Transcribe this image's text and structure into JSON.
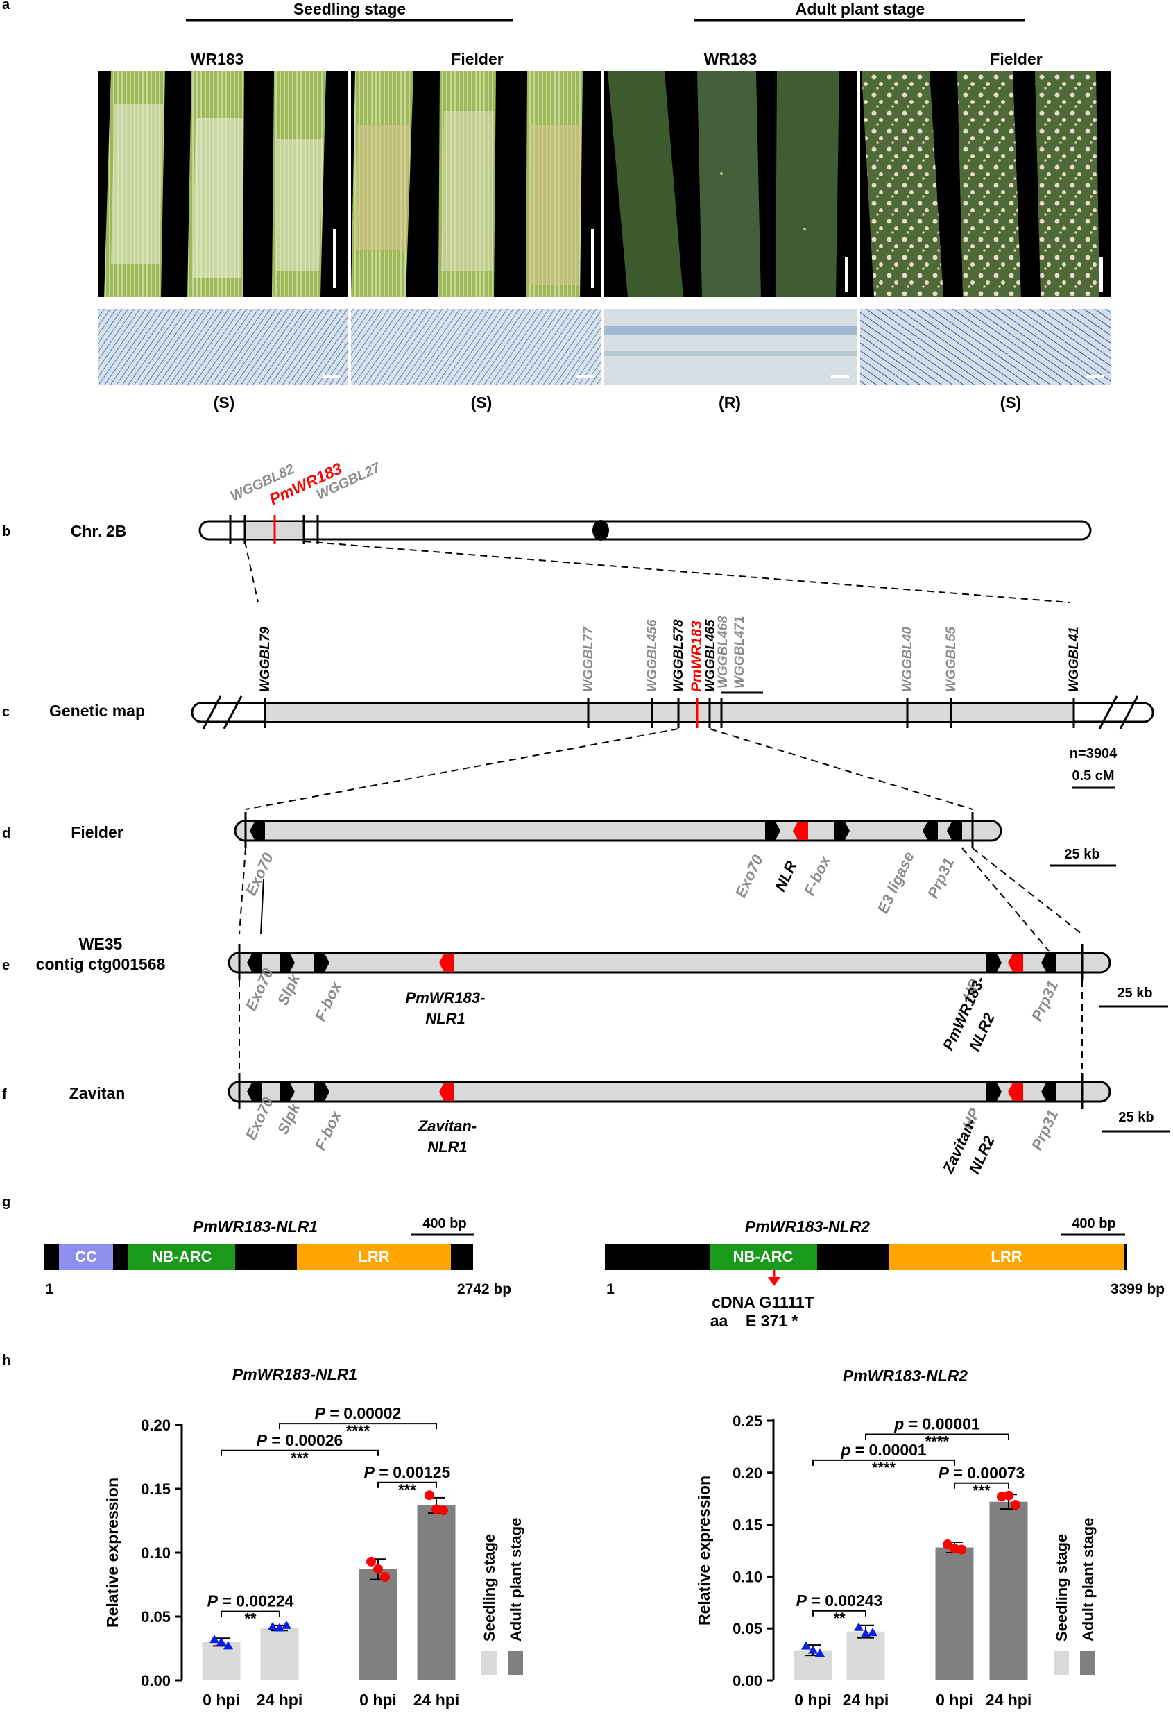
{
  "panel_a": {
    "letter": "a",
    "stage_seedling": "Seedling stage",
    "stage_adult": "Adult plant stage",
    "labels": [
      "WR183",
      "Fielder",
      "WR183",
      "Fielder"
    ],
    "phenotypes": [
      "(S)",
      "(S)",
      "(R)",
      "(S)"
    ]
  },
  "panel_b": {
    "letter": "b",
    "row_label": "Chr. 2B",
    "markers": [
      "WGGBL82",
      "PmWR183",
      "WGGBL27"
    ]
  },
  "panel_c": {
    "letter": "c",
    "row_label": "Genetic map",
    "markers": [
      "WGGBL79",
      "WGGBL77",
      "WGGBL456",
      "WGGBL578",
      "PmWR183",
      "WGGBL465",
      "WGGBL468",
      "WGGBL471",
      "WGGBL40",
      "WGGBL55",
      "WGGBL41"
    ],
    "n_text": "n=3904",
    "scale_text": "0.5 cM"
  },
  "panel_d": {
    "letter": "d",
    "row_label": "Fielder",
    "genes": [
      "Exo70",
      "Exo70",
      "NLR",
      "F-box",
      "E3 ligase",
      "Prp31"
    ],
    "scale_text": "25 kb"
  },
  "panel_e": {
    "letter": "e",
    "row_label_1": "WE35",
    "row_label_2": "contig ctg001568",
    "genes": [
      "Exo70",
      "Slpk",
      "F-box",
      "HP",
      "Prp31"
    ],
    "nlr1": [
      "PmWR183-",
      "NLR1"
    ],
    "nlr2": [
      "PmWR183-",
      "NLR2"
    ],
    "scale_text": "25 kb"
  },
  "panel_f": {
    "letter": "f",
    "row_label": "Zavitan",
    "genes": [
      "Exo70",
      "Slpk",
      "F-box",
      "HP",
      "Prp31"
    ],
    "nlr1": [
      "Zavitan-",
      "NLR1"
    ],
    "nlr2": [
      "Zavitan-",
      "NLR2"
    ],
    "scale_text": "25 kb"
  },
  "panel_g": {
    "letter": "g",
    "gene1": {
      "name": "PmWR183-NLR1",
      "domains": [
        "CC",
        "NB-ARC",
        "LRR"
      ],
      "start": "1",
      "end": "2742 bp",
      "scale": "400 bp"
    },
    "gene2": {
      "name": "PmWR183-NLR2",
      "domains": [
        "NB-ARC",
        "LRR"
      ],
      "start": "1",
      "end": "3399 bp",
      "scale": "400 bp",
      "mut_cdna": "cDNA G1111T",
      "mut_aa": "aa    E 371 *"
    }
  },
  "panel_h": {
    "letter": "h"
  },
  "colors": {
    "red": "#ff0000",
    "grey_text": "#8c8c8c",
    "cc": "#8f8ff0",
    "nbarc": "#1a9a1a",
    "lrr": "#ffa500",
    "seedling_bar": "#d9d9d9",
    "adult_bar": "#808080",
    "dot_blue": "#0a1ee6",
    "dot_red": "#ff0000"
  },
  "chart_data": [
    {
      "type": "bar",
      "title": "PmWR183-NLR1",
      "ylabel": "Relative expression",
      "ylim": [
        0,
        0.2
      ],
      "yticks": [
        "0.00",
        "0.05",
        "0.10",
        "0.15",
        "0.20"
      ],
      "categories": [
        "0 hpi",
        "24 hpi",
        "0 hpi",
        "24 hpi"
      ],
      "groups": [
        "Seedling stage",
        "Seedling stage",
        "Adult plant stage",
        "Adult plant stage"
      ],
      "values": [
        0.03,
        0.041,
        0.087,
        0.137
      ],
      "errors": [
        0.003,
        0.002,
        0.008,
        0.006
      ],
      "points": [
        [
          0.032,
          0.027,
          0.03
        ],
        [
          0.042,
          0.043,
          0.041
        ],
        [
          0.093,
          0.081,
          0.087
        ],
        [
          0.145,
          0.133,
          0.134
        ]
      ],
      "legend": [
        "Seedling stage",
        "Adult plant stage"
      ],
      "comparisons": [
        {
          "from": 0,
          "to": 1,
          "p": "P = 0.00224",
          "stars": "**",
          "level": 0.054
        },
        {
          "from": 2,
          "to": 3,
          "p": "P = 0.00125",
          "stars": "***",
          "level": 0.155
        },
        {
          "from": 0,
          "to": 2,
          "p": "P = 0.00026",
          "stars": "***",
          "level": 0.18
        },
        {
          "from": 1,
          "to": 3,
          "p": "P = 0.00002",
          "stars": "****",
          "level": 0.201
        }
      ]
    },
    {
      "type": "bar",
      "title": "PmWR183-NLR2",
      "ylabel": "Relative expression",
      "ylim": [
        0,
        0.25
      ],
      "yticks": [
        "0.00",
        "0.05",
        "0.10",
        "0.15",
        "0.20",
        "0.25"
      ],
      "categories": [
        "0 hpi",
        "24 hpi",
        "0 hpi",
        "24 hpi"
      ],
      "groups": [
        "Seedling stage",
        "Seedling stage",
        "Adult plant stage",
        "Adult plant stage"
      ],
      "values": [
        0.029,
        0.047,
        0.128,
        0.172
      ],
      "errors": [
        0.005,
        0.006,
        0.005,
        0.007
      ],
      "points": [
        [
          0.033,
          0.026,
          0.029
        ],
        [
          0.051,
          0.046,
          0.045
        ],
        [
          0.131,
          0.126,
          0.127
        ],
        [
          0.177,
          0.169,
          0.178
        ]
      ],
      "legend": [
        "Seedling stage",
        "Adult plant stage"
      ],
      "comparisons": [
        {
          "from": 0,
          "to": 1,
          "p": "P = 0.00243",
          "stars": "**",
          "level": 0.067
        },
        {
          "from": 2,
          "to": 3,
          "p": "P = 0.00073",
          "stars": "***",
          "level": 0.19
        },
        {
          "from": 0,
          "to": 2,
          "p": "p = 0.00001",
          "stars": "****",
          "level": 0.212
        },
        {
          "from": 1,
          "to": 3,
          "p": "p = 0.00001",
          "stars": "****",
          "level": 0.237
        }
      ]
    }
  ]
}
